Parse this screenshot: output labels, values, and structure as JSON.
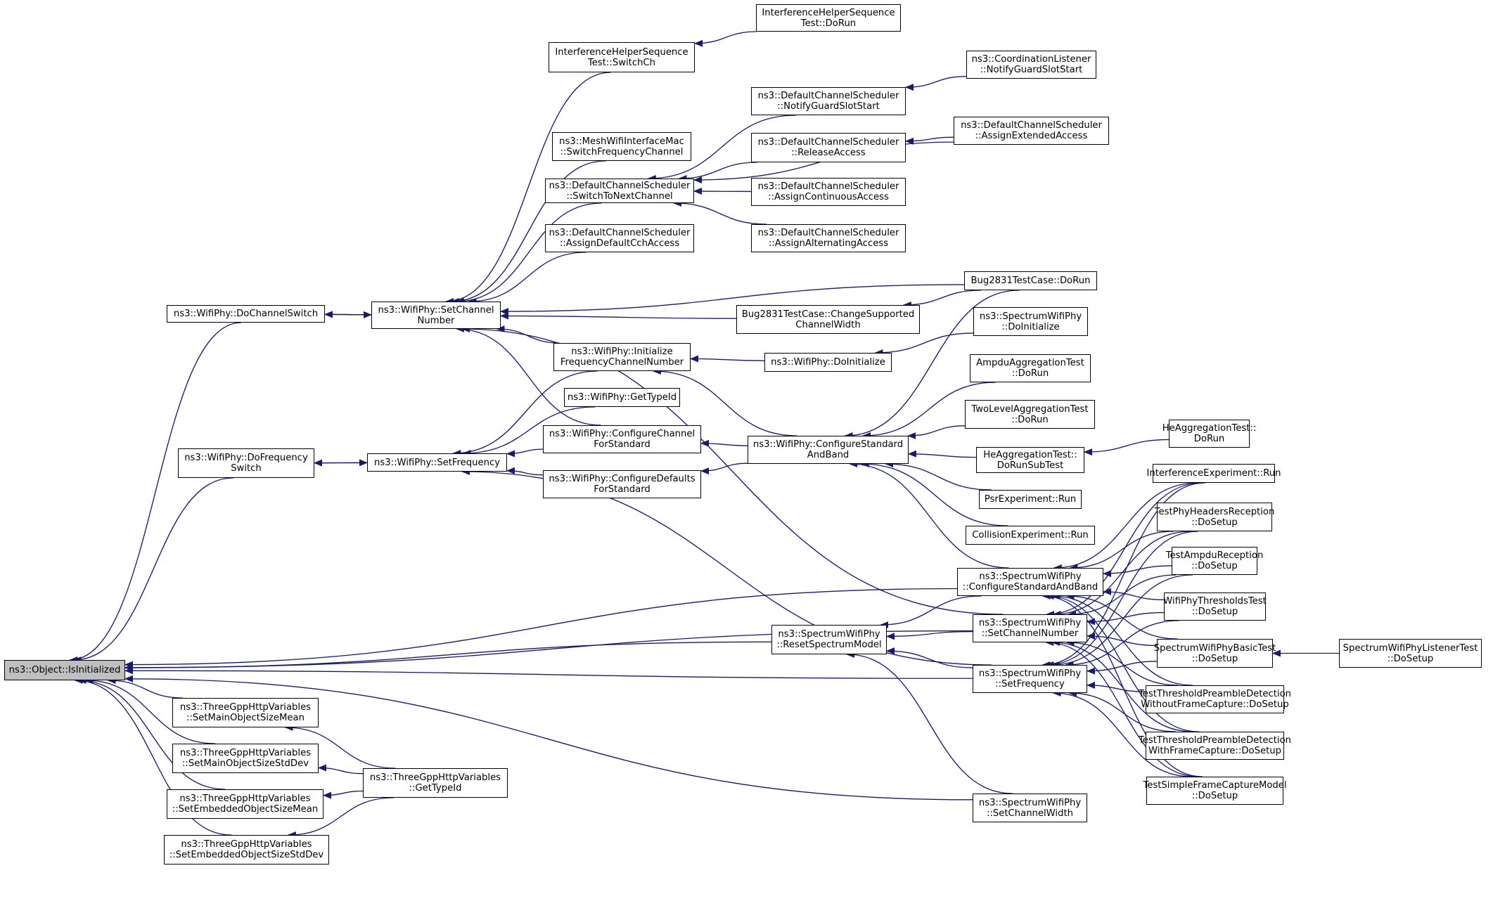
{
  "diagram": {
    "colors": {
      "edge": "#191970",
      "node_border": "#000000",
      "node_fill": "#ffffff",
      "root_fill": "#bfbfbf"
    },
    "nodes": [
      {
        "id": "isinit",
        "label": "ns3::Object::IsInitialized",
        "root": true
      },
      {
        "id": "dochsw",
        "label": "ns3::WifiPhy::DoChannelSwitch"
      },
      {
        "id": "dofreqsw",
        "label": "ns3::WifiPhy::DoFrequency\nSwitch"
      },
      {
        "id": "tgpp_mean",
        "label": "ns3::ThreeGppHttpVariables\n::SetMainObjectSizeMean"
      },
      {
        "id": "tgpp_std",
        "label": "ns3::ThreeGppHttpVariables\n::SetMainObjectSizeStdDev"
      },
      {
        "id": "tgpp_emean",
        "label": "ns3::ThreeGppHttpVariables\n::SetEmbeddedObjectSizeMean"
      },
      {
        "id": "tgpp_estd",
        "label": "ns3::ThreeGppHttpVariables\n::SetEmbeddedObjectSizeStdDev"
      },
      {
        "id": "setchnum",
        "label": "ns3::WifiPhy::SetChannel\nNumber"
      },
      {
        "id": "setfreq",
        "label": "ns3::WifiPhy::SetFrequency"
      },
      {
        "id": "tgpp_typeid",
        "label": "ns3::ThreeGppHttpVariables\n::GetTypeId"
      },
      {
        "id": "ihst_switch",
        "label": "InterferenceHelperSequence\nTest::SwitchCh"
      },
      {
        "id": "mesh_sfc",
        "label": "ns3::MeshWifiInterfaceMac\n::SwitchFrequencyChannel"
      },
      {
        "id": "dcs_switch",
        "label": "ns3::DefaultChannelScheduler\n::SwitchToNextChannel"
      },
      {
        "id": "dcs_cch",
        "label": "ns3::DefaultChannelScheduler\n::AssignDefaultCchAccess"
      },
      {
        "id": "init_fcn",
        "label": "ns3::WifiPhy::Initialize\nFrequencyChannelNumber"
      },
      {
        "id": "wp_typeid",
        "label": "ns3::WifiPhy::GetTypeId"
      },
      {
        "id": "cfg_ch_std",
        "label": "ns3::WifiPhy::ConfigureChannel\nForStandard"
      },
      {
        "id": "cfg_def_std",
        "label": "ns3::WifiPhy::ConfigureDefaults\nForStandard"
      },
      {
        "id": "ihst_dorun",
        "label": "InterferenceHelperSequence\nTest::DoRun"
      },
      {
        "id": "dcs_notify",
        "label": "ns3::DefaultChannelScheduler\n::NotifyGuardSlotStart"
      },
      {
        "id": "dcs_release",
        "label": "ns3::DefaultChannelScheduler\n::ReleaseAccess"
      },
      {
        "id": "dcs_cont",
        "label": "ns3::DefaultChannelScheduler\n::AssignContinuousAccess"
      },
      {
        "id": "dcs_alt",
        "label": "ns3::DefaultChannelScheduler\n::AssignAlternatingAccess"
      },
      {
        "id": "bug_csc",
        "label": "Bug2831TestCase::ChangeSupported\nChannelWidth"
      },
      {
        "id": "wp_doinit",
        "label": "ns3::WifiPhy::DoInitialize"
      },
      {
        "id": "cfg_std_band",
        "label": "ns3::WifiPhy::ConfigureStandard\nAndBand"
      },
      {
        "id": "swp_reset",
        "label": "ns3::SpectrumWifiPhy\n::ResetSpectrumModel"
      },
      {
        "id": "coord_notify",
        "label": "ns3::CoordinationListener\n::NotifyGuardSlotStart"
      },
      {
        "id": "dcs_ext",
        "label": "ns3::DefaultChannelScheduler\n::AssignExtendedAccess"
      },
      {
        "id": "bug_dorun",
        "label": "Bug2831TestCase::DoRun"
      },
      {
        "id": "swp_doinit",
        "label": "ns3::SpectrumWifiPhy\n::DoInitialize"
      },
      {
        "id": "ampdu_dorun",
        "label": "AmpduAggregationTest\n::DoRun"
      },
      {
        "id": "twolvl_dorun",
        "label": "TwoLevelAggregationTest\n::DoRun"
      },
      {
        "id": "he_subtest",
        "label": "HeAggregationTest::\nDoRunSubTest"
      },
      {
        "id": "psr_run",
        "label": "PsrExperiment::Run"
      },
      {
        "id": "coll_run",
        "label": "CollisionExperiment::Run"
      },
      {
        "id": "swp_cfg",
        "label": "ns3::SpectrumWifiPhy\n::ConfigureStandardAndBand"
      },
      {
        "id": "swp_setch",
        "label": "ns3::SpectrumWifiPhy\n::SetChannelNumber"
      },
      {
        "id": "swp_setfreq",
        "label": "ns3::SpectrumWifiPhy\n::SetFrequency"
      },
      {
        "id": "swp_setcw",
        "label": "ns3::SpectrumWifiPhy\n::SetChannelWidth"
      },
      {
        "id": "he_dorun",
        "label": "HeAggregationTest::\nDoRun"
      },
      {
        "id": "interf_run",
        "label": "InterferenceExperiment::Run"
      },
      {
        "id": "tphr",
        "label": "TestPhyHeadersReception\n::DoSetup"
      },
      {
        "id": "tampdu",
        "label": "TestAmpduReception\n::DoSetup"
      },
      {
        "id": "thresh",
        "label": "WifiPhyThresholdsTest\n::DoSetup"
      },
      {
        "id": "basic",
        "label": "SpectrumWifiPhyBasicTest\n::DoSetup"
      },
      {
        "id": "tpd_wo",
        "label": "TestThresholdPreambleDetection\nWithoutFrameCapture::DoSetup"
      },
      {
        "id": "tpd_w",
        "label": "TestThresholdPreambleDetection\nWithFrameCapture::DoSetup"
      },
      {
        "id": "tsfc",
        "label": "TestSimpleFrameCaptureModel\n::DoSetup"
      },
      {
        "id": "listener",
        "label": "SpectrumWifiPhyListenerTest\n::DoSetup"
      }
    ]
  }
}
